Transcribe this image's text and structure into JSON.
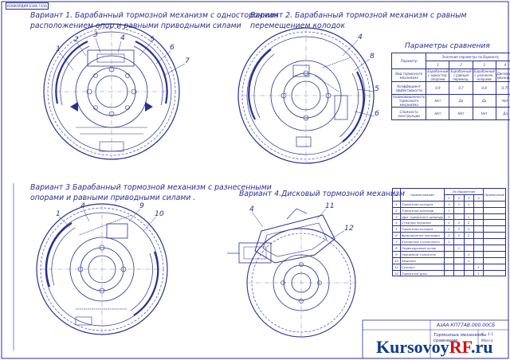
{
  "stamp": "КОНКОРДИЯ ЕЗАК ГАЗА",
  "variants": [
    {
      "title_line1": "Вариант 1. Барабанный тормозной механизм с односторонним",
      "title_line2": "расположением опор и равными приводными силами",
      "callouts": [
        "1",
        "2",
        "3",
        "4",
        "5",
        "6",
        "7"
      ]
    },
    {
      "title_line1": "Вариант 2. Барабанный тормозной механизм с равным",
      "title_line2": "перемещением колодок",
      "callouts": [
        "4",
        "8",
        "5",
        "6"
      ]
    },
    {
      "title_line1": "Вариант 3 Барабанный тормозной механизм с разнесенными",
      "title_line2": "опорами и равными приводными силами .",
      "callouts": [
        "1",
        "4",
        "9",
        "10"
      ]
    },
    {
      "title_line1": "Вариант 4.Дисковый тормозной механизм",
      "title_line2": "",
      "callouts": [
        "4",
        "11",
        "12"
      ]
    }
  ],
  "comparison": {
    "title": "Параметры сравнения",
    "group_header": "Значения параметра по Варианту",
    "param_header": "Параметр",
    "columns": [
      "1",
      "2",
      "3",
      "4"
    ],
    "rows": [
      {
        "label": "Вид тормозного механизма",
        "values": [
          "Барабанный с одностор. опорами",
          "Барабанный с равным перемещ.",
          "Барабанный с разнесен. опорами",
          "Дисковый механизм"
        ]
      },
      {
        "label": "Коэффициент эффективности",
        "values": [
          "0,9",
          "0,7",
          "0,8",
          "0,75"
        ]
      },
      {
        "label": "Уравновешенность тормозного механизма",
        "values": [
          "Нет",
          "Да",
          "Да",
          "Нет"
        ]
      },
      {
        "label": "Сложность конструкции",
        "values": [
          "Нет",
          "Нет",
          "Нет",
          "Да"
        ]
      }
    ]
  },
  "spec": {
    "header": {
      "num": "№",
      "name": "Наименование",
      "group": "По Вариантам",
      "note": "Примечание"
    },
    "cols": [
      "1",
      "2",
      "3",
      "4"
    ],
    "rows": [
      {
        "n": "1",
        "name": "Тормозная колодка",
        "v": [
          "1",
          "1",
          "1",
          ""
        ]
      },
      {
        "n": "2",
        "name": "Тормозной цилиндр",
        "v": [
          "1",
          "",
          "",
          ""
        ]
      },
      {
        "n": "3",
        "name": "Щит тормозного цилиндр",
        "v": [
          "1",
          "",
          "1",
          ""
        ]
      },
      {
        "n": "4",
        "name": "Стяжная пружина",
        "v": [
          "1",
          "2",
          "2",
          ""
        ]
      },
      {
        "n": "5",
        "name": "Тормозная колодка",
        "v": [
          "1",
          "2",
          "2",
          ""
        ]
      },
      {
        "n": "6",
        "name": "Фрикционная накладка",
        "v": [
          "2",
          "2",
          "2",
          ""
        ]
      },
      {
        "n": "7",
        "name": "Колодочка стояночного",
        "v": [
          "1",
          "",
          "",
          ""
        ]
      },
      {
        "n": "8",
        "name": "Подвоздушный кулак",
        "v": [
          "",
          "1",
          "",
          ""
        ]
      },
      {
        "n": "9",
        "name": "Нажимной толкатель",
        "v": [
          "",
          "",
          "1",
          ""
        ]
      },
      {
        "n": "10",
        "name": "Защелка",
        "v": [
          "",
          "",
          "1",
          ""
        ]
      },
      {
        "n": "11",
        "name": "Суппорт",
        "v": [
          "",
          "",
          "",
          "1"
        ]
      },
      {
        "n": "12",
        "name": "Тормозной диск",
        "v": [
          "",
          "",
          "",
          "1"
        ]
      }
    ]
  },
  "title_block": {
    "code": "АзАА.КП77АВ.000.00СБ",
    "name_line1": "Тормозные механизмы",
    "name_line2": "сравнение",
    "scale": "1:1",
    "sheet_label": "Масса",
    "stage": "У"
  },
  "watermark": {
    "part1": "Kursovoy",
    "part2": "RF",
    "part3": ".ru"
  },
  "colors": {
    "ink": "#2a2f8f",
    "brand_blue": "#0e3a8a",
    "brand_red": "#d01010"
  }
}
